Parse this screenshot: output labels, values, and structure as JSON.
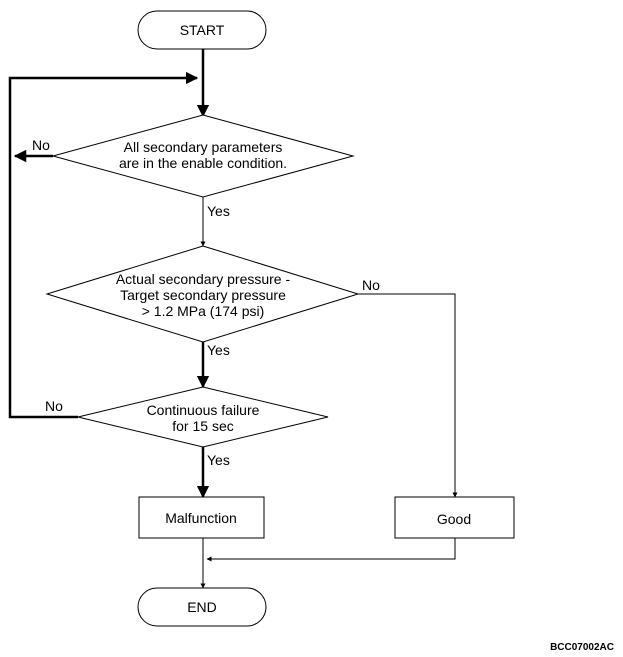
{
  "flowchart": {
    "start": "START",
    "end": "END",
    "decision1": {
      "lines": [
        "All secondary parameters",
        "are in the enable condition."
      ],
      "yes": "Yes",
      "no": "No"
    },
    "decision2": {
      "lines": [
        "Actual secondary pressure -",
        "Target secondary pressure",
        "> 1.2 MPa (174 psi)"
      ],
      "yes": "Yes",
      "no": "No"
    },
    "decision3": {
      "lines": [
        "Continuous failure",
        "for 15 sec"
      ],
      "yes": "Yes",
      "no": "No"
    },
    "malfunction": "Malfunction",
    "good": "Good"
  },
  "figure_code": "BCC07002AC"
}
